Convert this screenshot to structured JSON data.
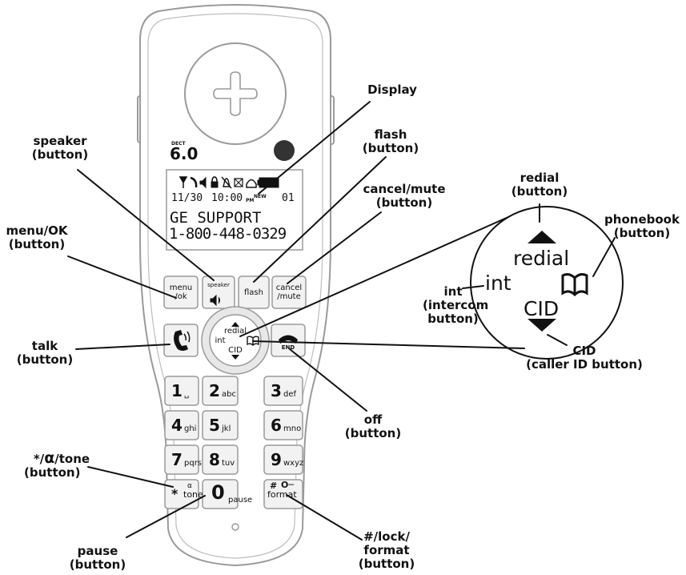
{
  "handset": {
    "dect_small": "DECT",
    "dect_big": "6.0",
    "display": {
      "row_date": "11/30",
      "row_time": "10:00",
      "row_ampm": "PM",
      "row_new": "NEW",
      "row_count": "01",
      "line_name": "GE SUPPORT",
      "line_number": "1-800-448-0329"
    },
    "keys": {
      "menu": [
        "menu",
        "/ok"
      ],
      "speaker": "speaker",
      "flash": "flash",
      "cancel": [
        "cancel",
        "/mute"
      ],
      "nav_redial": "redial",
      "nav_int": "int",
      "nav_cid": "CID",
      "end": "END",
      "star_sym": "*",
      "star_tone": "tone",
      "pound_sym": "#",
      "pound_format": "format",
      "keypad": [
        {
          "digit": "1",
          "letters": "␣"
        },
        {
          "digit": "2",
          "letters": "abc"
        },
        {
          "digit": "3",
          "letters": "def"
        },
        {
          "digit": "4",
          "letters": "ghi"
        },
        {
          "digit": "5",
          "letters": "jkl"
        },
        {
          "digit": "6",
          "letters": "mno"
        },
        {
          "digit": "7",
          "letters": "pqrs"
        },
        {
          "digit": "8",
          "letters": "tuv"
        },
        {
          "digit": "9",
          "letters": "wxyz"
        }
      ],
      "zero_digit": "0",
      "zero_label": "pause"
    }
  },
  "zoom": {
    "redial": "redial",
    "int": "int",
    "cid": "CID"
  },
  "callouts": {
    "display": [
      "Display"
    ],
    "speaker": [
      "speaker",
      "(button)"
    ],
    "flash": [
      "flash",
      "(button)"
    ],
    "cancel_mute": [
      "cancel/mute",
      "(button)"
    ],
    "menu_ok": [
      "menu/OK",
      "(button)"
    ],
    "redial": [
      "redial",
      "(button)"
    ],
    "phonebook": [
      "phonebook",
      "(button)"
    ],
    "int": [
      "int",
      "(intercom",
      "button)"
    ],
    "cid": [
      "CID",
      "(caller ID button)"
    ],
    "talk": [
      "talk",
      "(button)"
    ],
    "off": [
      "off",
      "(button)"
    ],
    "tone_prefix": "*/",
    "tone_suffix": "/tone",
    "tone_button": "(button)",
    "lock_format": [
      "#/lock/",
      "format",
      "(button)"
    ],
    "pause": [
      "pause",
      "(button)"
    ]
  },
  "colors": {
    "outline": "#9a9a9a",
    "ink": "#111111",
    "key_fill": "#f2f2f2"
  }
}
